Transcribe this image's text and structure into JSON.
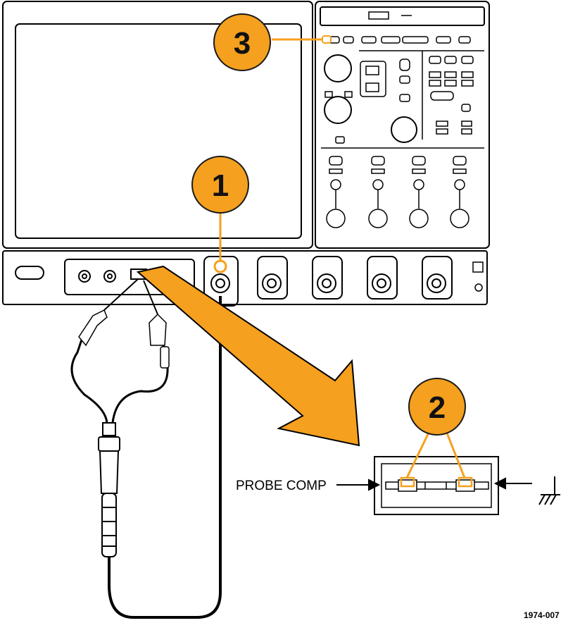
{
  "callouts": {
    "one": "1",
    "two": "2",
    "three": "3"
  },
  "probe_comp_label": "PROBE COMP",
  "figure_id": "1974-007",
  "colors": {
    "callout_fill": "#f5a01e",
    "callout_outline": "#1a1a1a",
    "arrow_fill": "#f5a01e",
    "line": "#000000"
  }
}
